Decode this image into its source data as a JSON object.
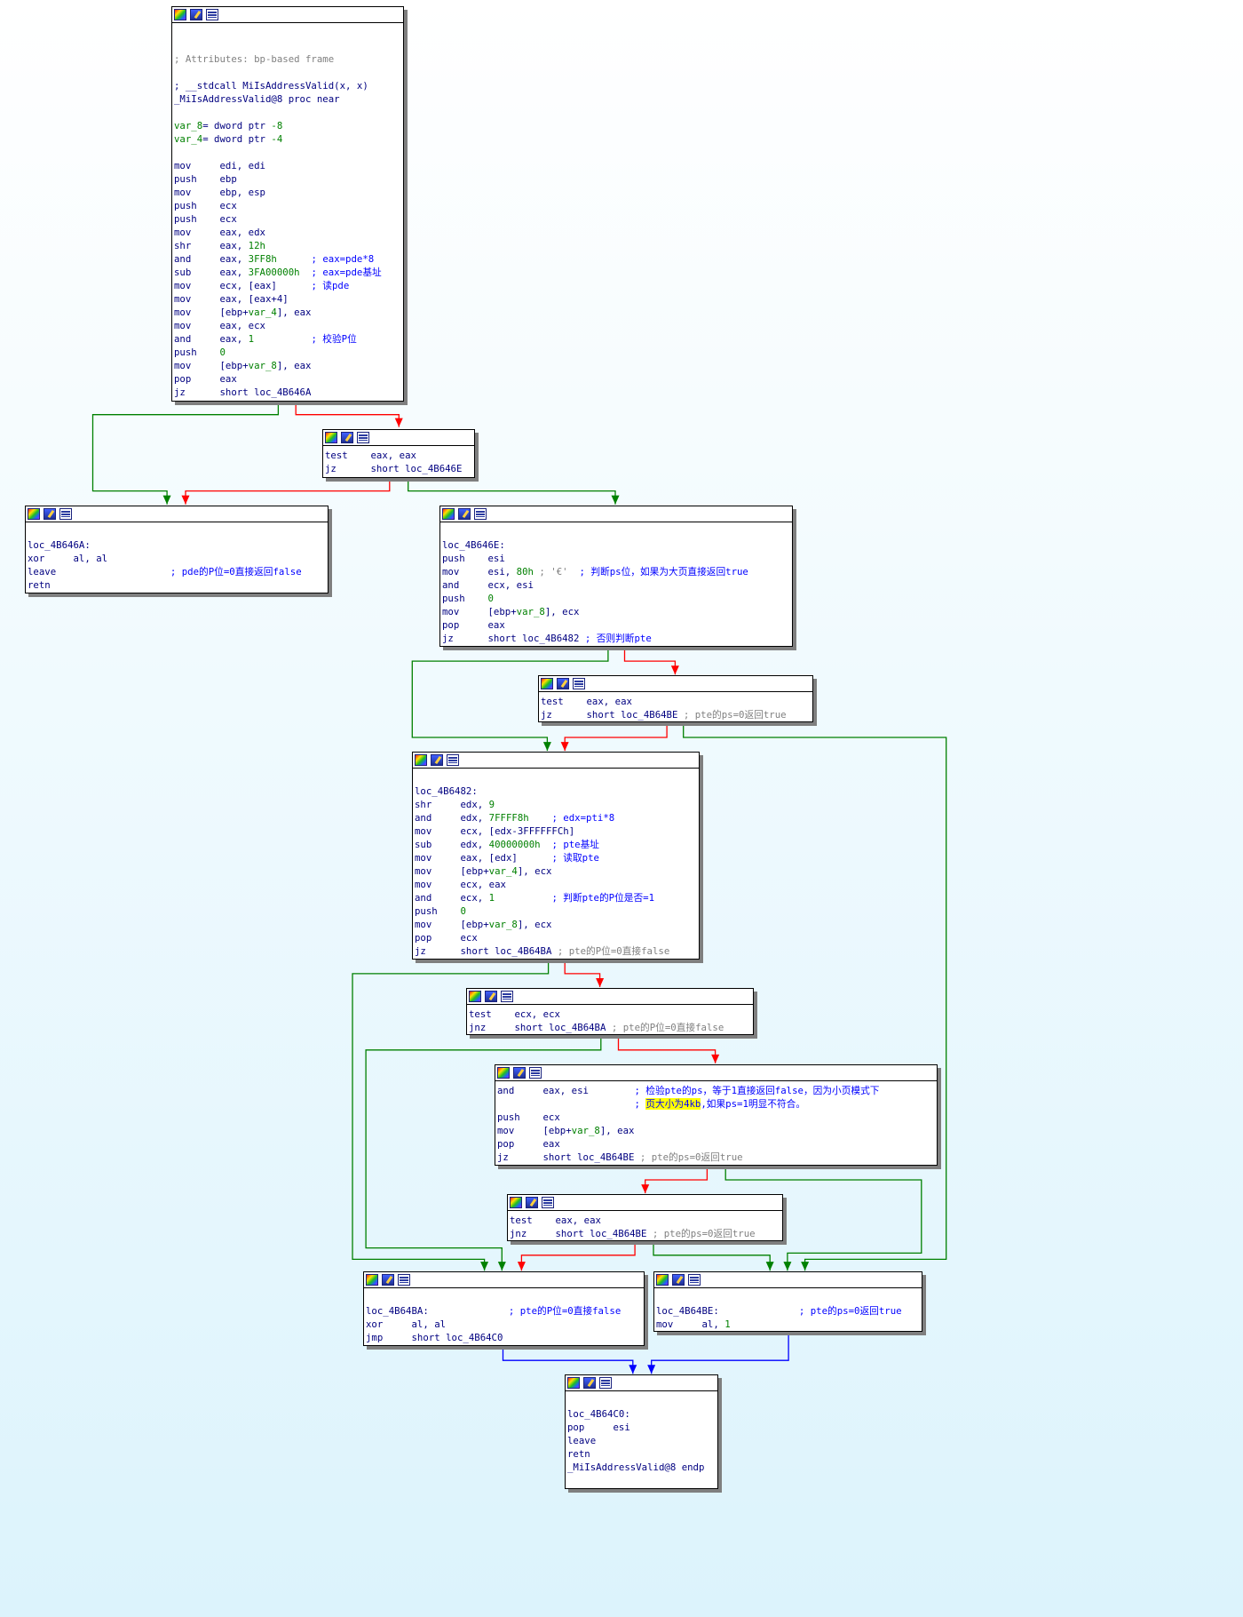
{
  "blocks": [
    {
      "id": "block-mi-is-address-valid",
      "lines": [
        {
          "segs": []
        },
        {
          "segs": []
        },
        {
          "segs": [
            {
              "t": "; Attributes: bp-based frame",
              "c": "cm"
            }
          ]
        },
        {
          "segs": []
        },
        {
          "segs": [
            {
              "t": "; __stdcall MiIsAddressValid(x, x)",
              "c": "lb"
            }
          ]
        },
        {
          "segs": [
            {
              "t": "_MiIsAddressValid@8 proc near",
              "c": "lb"
            }
          ]
        },
        {
          "segs": []
        },
        {
          "segs": [
            {
              "t": "var_8",
              "c": "var"
            },
            {
              "t": "= dword ptr ",
              "c": "lb"
            },
            {
              "t": "-8",
              "c": "num"
            }
          ]
        },
        {
          "segs": [
            {
              "t": "var_4",
              "c": "var"
            },
            {
              "t": "= dword ptr ",
              "c": "lb"
            },
            {
              "t": "-4",
              "c": "num"
            }
          ]
        },
        {
          "segs": []
        },
        {
          "segs": [
            {
              "t": "mov     edi, edi",
              "c": "lb"
            }
          ]
        },
        {
          "segs": [
            {
              "t": "push    ebp",
              "c": "lb"
            }
          ]
        },
        {
          "segs": [
            {
              "t": "mov     ebp, esp",
              "c": "lb"
            }
          ]
        },
        {
          "segs": [
            {
              "t": "push    ecx",
              "c": "lb"
            }
          ]
        },
        {
          "segs": [
            {
              "t": "push    ecx",
              "c": "lb"
            }
          ]
        },
        {
          "segs": [
            {
              "t": "mov     eax, edx",
              "c": "lb"
            }
          ]
        },
        {
          "segs": [
            {
              "t": "shr     eax, ",
              "c": "lb"
            },
            {
              "t": "12h",
              "c": "num"
            }
          ]
        },
        {
          "segs": [
            {
              "t": "and     eax, ",
              "c": "lb"
            },
            {
              "t": "3FF8h",
              "c": "num"
            },
            {
              "t": "      ; eax=pde*8",
              "c": "cmt"
            }
          ]
        },
        {
          "segs": [
            {
              "t": "sub     eax, ",
              "c": "lb"
            },
            {
              "t": "3FA00000h",
              "c": "num"
            },
            {
              "t": "  ; eax=pde基址",
              "c": "cmt"
            }
          ]
        },
        {
          "segs": [
            {
              "t": "mov     ecx, [eax]      ",
              "c": "lb"
            },
            {
              "t": "; 读pde",
              "c": "cmt"
            }
          ]
        },
        {
          "segs": [
            {
              "t": "mov     eax, [eax+4]",
              "c": "lb"
            }
          ]
        },
        {
          "segs": [
            {
              "t": "mov     [ebp+",
              "c": "lb"
            },
            {
              "t": "var_4",
              "c": "var"
            },
            {
              "t": "], eax",
              "c": "lb"
            }
          ]
        },
        {
          "segs": [
            {
              "t": "mov     eax, ecx",
              "c": "lb"
            }
          ]
        },
        {
          "segs": [
            {
              "t": "and     eax, ",
              "c": "lb"
            },
            {
              "t": "1",
              "c": "num"
            },
            {
              "t": "          ; 校验P位",
              "c": "cmt"
            }
          ]
        },
        {
          "segs": [
            {
              "t": "push    ",
              "c": "lb"
            },
            {
              "t": "0",
              "c": "num"
            }
          ]
        },
        {
          "segs": [
            {
              "t": "mov     [ebp+",
              "c": "lb"
            },
            {
              "t": "var_8",
              "c": "var"
            },
            {
              "t": "], eax",
              "c": "lb"
            }
          ]
        },
        {
          "segs": [
            {
              "t": "pop     eax",
              "c": "lb"
            }
          ]
        },
        {
          "segs": [
            {
              "t": "jz      short loc_4B646A",
              "c": "lb"
            }
          ]
        }
      ]
    },
    {
      "id": "block-test-eax-1",
      "lines": [
        {
          "segs": [
            {
              "t": "test    eax, eax",
              "c": "lb"
            }
          ]
        },
        {
          "segs": [
            {
              "t": "jz      short loc_4B646E",
              "c": "lb"
            }
          ]
        }
      ]
    },
    {
      "id": "block-loc-4b646a",
      "lines": [
        {
          "segs": []
        },
        {
          "segs": [
            {
              "t": "loc_4B646A:",
              "c": "lb"
            }
          ]
        },
        {
          "segs": [
            {
              "t": "xor     al, al",
              "c": "lb"
            }
          ]
        },
        {
          "segs": [
            {
              "t": "leave                    ",
              "c": "lb"
            },
            {
              "t": "; pde的P位=0直接返回false",
              "c": "cmt"
            }
          ]
        },
        {
          "segs": [
            {
              "t": "retn",
              "c": "lb"
            }
          ]
        }
      ]
    },
    {
      "id": "block-loc-4b646e",
      "lines": [
        {
          "segs": []
        },
        {
          "segs": [
            {
              "t": "loc_4B646E:",
              "c": "lb"
            }
          ]
        },
        {
          "segs": [
            {
              "t": "push    esi",
              "c": "lb"
            }
          ]
        },
        {
          "segs": [
            {
              "t": "mov     esi, ",
              "c": "lb"
            },
            {
              "t": "80h",
              "c": "num"
            },
            {
              "t": " ; '€'  ",
              "c": "cm"
            },
            {
              "t": "; 判断ps位，如果为大页直接返回true",
              "c": "cmt"
            }
          ]
        },
        {
          "segs": [
            {
              "t": "and     ecx, esi",
              "c": "lb"
            }
          ]
        },
        {
          "segs": [
            {
              "t": "push    ",
              "c": "lb"
            },
            {
              "t": "0",
              "c": "num"
            }
          ]
        },
        {
          "segs": [
            {
              "t": "mov     [ebp+",
              "c": "lb"
            },
            {
              "t": "var_8",
              "c": "var"
            },
            {
              "t": "], ecx",
              "c": "lb"
            }
          ]
        },
        {
          "segs": [
            {
              "t": "pop     eax",
              "c": "lb"
            }
          ]
        },
        {
          "segs": [
            {
              "t": "jz      short loc_4B6482 ",
              "c": "lb"
            },
            {
              "t": "; 否则判断pte",
              "c": "cmt"
            }
          ]
        }
      ]
    },
    {
      "id": "block-test-eax-2",
      "lines": [
        {
          "segs": [
            {
              "t": "test    eax, eax",
              "c": "lb"
            }
          ]
        },
        {
          "segs": [
            {
              "t": "jz      short loc_4B64BE ",
              "c": "lb"
            },
            {
              "t": "; pte的ps=0返回true",
              "c": "cm"
            }
          ]
        }
      ]
    },
    {
      "id": "block-loc-4b6482",
      "lines": [
        {
          "segs": []
        },
        {
          "segs": [
            {
              "t": "loc_4B6482:",
              "c": "lb"
            }
          ]
        },
        {
          "segs": [
            {
              "t": "shr     edx, ",
              "c": "lb"
            },
            {
              "t": "9",
              "c": "num"
            }
          ]
        },
        {
          "segs": [
            {
              "t": "and     edx, ",
              "c": "lb"
            },
            {
              "t": "7FFFF8h",
              "c": "num"
            },
            {
              "t": "    ; edx=pti*8",
              "c": "cmt"
            }
          ]
        },
        {
          "segs": [
            {
              "t": "mov     ecx, [edx-3FFFFFFCh]",
              "c": "lb"
            }
          ]
        },
        {
          "segs": [
            {
              "t": "sub     edx, ",
              "c": "lb"
            },
            {
              "t": "40000000h",
              "c": "num"
            },
            {
              "t": "  ; pte基址",
              "c": "cmt"
            }
          ]
        },
        {
          "segs": [
            {
              "t": "mov     eax, [edx]      ",
              "c": "lb"
            },
            {
              "t": "; 读取pte",
              "c": "cmt"
            }
          ]
        },
        {
          "segs": [
            {
              "t": "mov     [ebp+",
              "c": "lb"
            },
            {
              "t": "var_4",
              "c": "var"
            },
            {
              "t": "], ecx",
              "c": "lb"
            }
          ]
        },
        {
          "segs": [
            {
              "t": "mov     ecx, eax",
              "c": "lb"
            }
          ]
        },
        {
          "segs": [
            {
              "t": "and     ecx, ",
              "c": "lb"
            },
            {
              "t": "1",
              "c": "num"
            },
            {
              "t": "          ; 判断pte的P位是否=1",
              "c": "cmt"
            }
          ]
        },
        {
          "segs": [
            {
              "t": "push    ",
              "c": "lb"
            },
            {
              "t": "0",
              "c": "num"
            }
          ]
        },
        {
          "segs": [
            {
              "t": "mov     [ebp+",
              "c": "lb"
            },
            {
              "t": "var_8",
              "c": "var"
            },
            {
              "t": "], ecx",
              "c": "lb"
            }
          ]
        },
        {
          "segs": [
            {
              "t": "pop     ecx",
              "c": "lb"
            }
          ]
        },
        {
          "segs": [
            {
              "t": "jz      short loc_4B64BA ",
              "c": "lb"
            },
            {
              "t": "; pte的P位=0直接false",
              "c": "cm"
            }
          ]
        }
      ]
    },
    {
      "id": "block-test-ecx",
      "lines": [
        {
          "segs": [
            {
              "t": "test    ecx, ecx",
              "c": "lb"
            }
          ]
        },
        {
          "segs": [
            {
              "t": "jnz     short loc_4B64BA ",
              "c": "lb"
            },
            {
              "t": "; pte的P位=0直接false",
              "c": "cm"
            }
          ]
        }
      ]
    },
    {
      "id": "block-and-eax-esi",
      "lines": [
        {
          "segs": [
            {
              "t": "and     eax, esi        ",
              "c": "lb"
            },
            {
              "t": "; 检验pte的ps，等于1直接返回false，因为小页模式下",
              "c": "cmt"
            }
          ]
        },
        {
          "segs": [
            {
              "t": "                        ",
              "c": "lb"
            },
            {
              "t": "; ",
              "c": "cmt"
            },
            {
              "t": "页大小为4kb",
              "c": "hl"
            },
            {
              "t": ",如果ps=1明显不符合。",
              "c": "cmt"
            }
          ]
        },
        {
          "segs": [
            {
              "t": "push    ecx",
              "c": "lb"
            }
          ]
        },
        {
          "segs": [
            {
              "t": "mov     [ebp+",
              "c": "lb"
            },
            {
              "t": "var_8",
              "c": "var"
            },
            {
              "t": "], eax",
              "c": "lb"
            }
          ]
        },
        {
          "segs": [
            {
              "t": "pop     eax",
              "c": "lb"
            }
          ]
        },
        {
          "segs": [
            {
              "t": "jz      short loc_4B64BE ",
              "c": "lb"
            },
            {
              "t": "; pte的ps=0返回true",
              "c": "cm"
            }
          ]
        }
      ]
    },
    {
      "id": "block-test-eax-3",
      "lines": [
        {
          "segs": [
            {
              "t": "test    eax, eax",
              "c": "lb"
            }
          ]
        },
        {
          "segs": [
            {
              "t": "jnz     short loc_4B64BE ",
              "c": "lb"
            },
            {
              "t": "; pte的ps=0返回true",
              "c": "cm"
            }
          ]
        }
      ]
    },
    {
      "id": "block-loc-4b64ba",
      "lines": [
        {
          "segs": []
        },
        {
          "segs": [
            {
              "t": "loc_4B64BA:              ",
              "c": "lb"
            },
            {
              "t": "; pte的P位=0直接false",
              "c": "cmt"
            }
          ]
        },
        {
          "segs": [
            {
              "t": "xor     al, al",
              "c": "lb"
            }
          ]
        },
        {
          "segs": [
            {
              "t": "jmp     short loc_4B64C0",
              "c": "lb"
            }
          ]
        }
      ]
    },
    {
      "id": "block-loc-4b64be",
      "lines": [
        {
          "segs": []
        },
        {
          "segs": [
            {
              "t": "loc_4B64BE:              ",
              "c": "lb"
            },
            {
              "t": "; pte的ps=0返回true",
              "c": "cmt"
            }
          ]
        },
        {
          "segs": [
            {
              "t": "mov     al, ",
              "c": "lb"
            },
            {
              "t": "1",
              "c": "num"
            }
          ]
        }
      ]
    },
    {
      "id": "block-loc-4b64c0",
      "lines": [
        {
          "segs": []
        },
        {
          "segs": [
            {
              "t": "loc_4B64C0:",
              "c": "lb"
            }
          ]
        },
        {
          "segs": [
            {
              "t": "pop     esi",
              "c": "lb"
            }
          ]
        },
        {
          "segs": [
            {
              "t": "leave",
              "c": "lb"
            }
          ]
        },
        {
          "segs": [
            {
              "t": "retn",
              "c": "lb"
            }
          ]
        },
        {
          "segs": [
            {
              "t": "_MiIsAddressValid@8 endp",
              "c": "lb"
            }
          ]
        }
      ]
    }
  ],
  "colors": {
    "true_edge": "#008000",
    "false_edge": "#ff0000",
    "unconditional_edge": "#0000ff",
    "comment": "#0000ff",
    "number": "#008000",
    "text": "#000080",
    "gray_comment": "#808080",
    "highlight": "#ffff00"
  },
  "icons": [
    "graph-overview-icon",
    "edit-node-icon",
    "assembly-listing-icon"
  ]
}
